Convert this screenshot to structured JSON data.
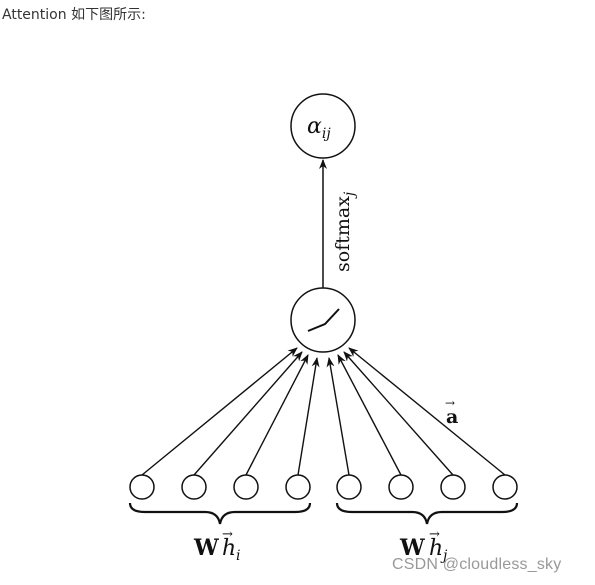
{
  "intro_text": "Attention 如下图所示:",
  "diagram": {
    "output_node": {
      "symbol": "α",
      "sub": "ij"
    },
    "edge_label": {
      "text": "softmax",
      "sub": "j"
    },
    "attention_vector_label": {
      "text": "a",
      "arrow": "→"
    },
    "left_group": {
      "bold": "W",
      "arrow": "→",
      "var": "h",
      "sub": "i"
    },
    "right_group": {
      "bold": "W",
      "arrow": "→",
      "var": "h",
      "sub": "j"
    }
  },
  "watermark": "CSDN @cloudless_sky"
}
